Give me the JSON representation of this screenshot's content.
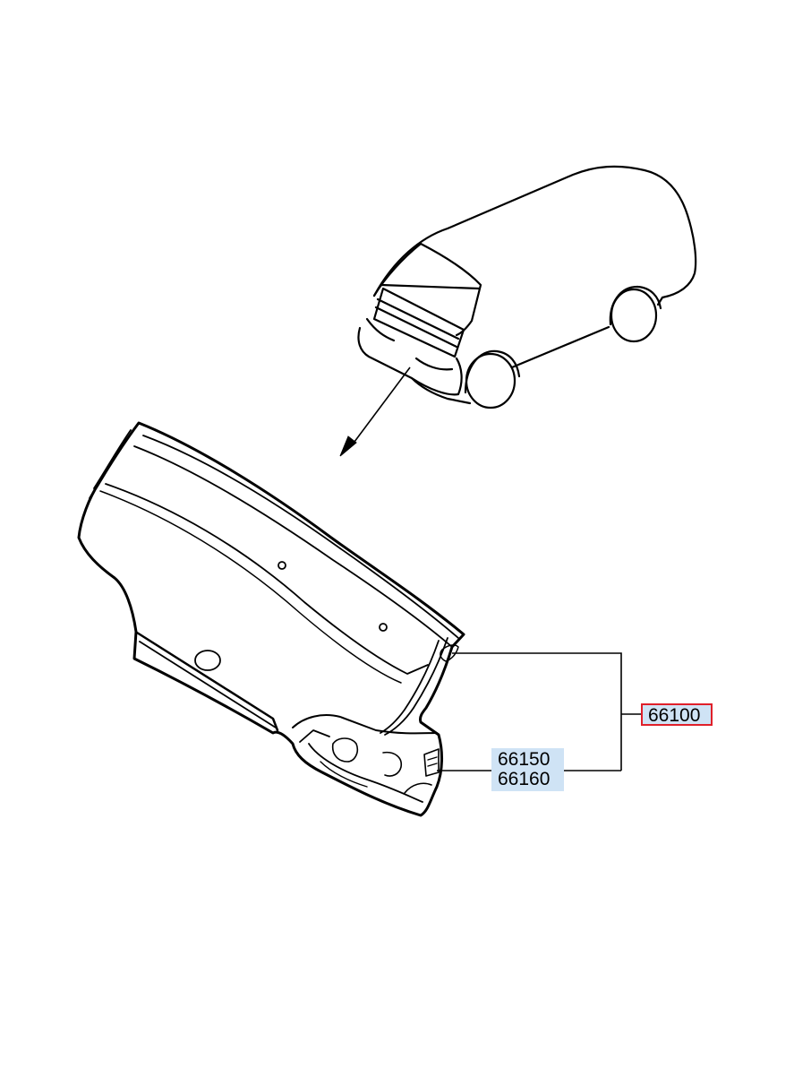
{
  "callouts": {
    "primary": {
      "part_number": "66100",
      "border_color": "#e0202a",
      "fill_color": "#cfe3f5"
    },
    "group": {
      "part_numbers": [
        "66150",
        "66160"
      ],
      "fill_color": "#cfe3f5"
    }
  },
  "icons": {
    "vehicle": "van-outline-icon",
    "pointer": "direction-arrow-icon",
    "part": "front-panel-assembly-icon"
  }
}
